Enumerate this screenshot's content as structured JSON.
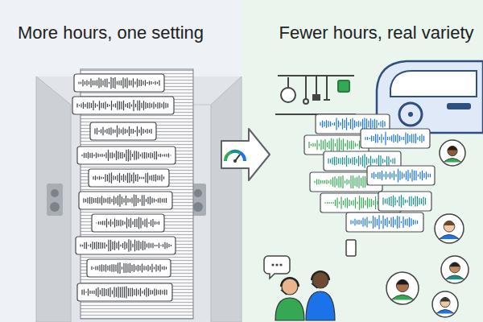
{
  "diagram": {
    "nodes": [
      {
        "text": [
          "More hours, one setting"
        ]
      },
      {
        "text": [
          "Fewer hours, real variety"
        ]
      }
    ],
    "edges": [
      {
        "from": 0,
        "to": 1,
        "arrow": "to"
      }
    ]
  }
}
